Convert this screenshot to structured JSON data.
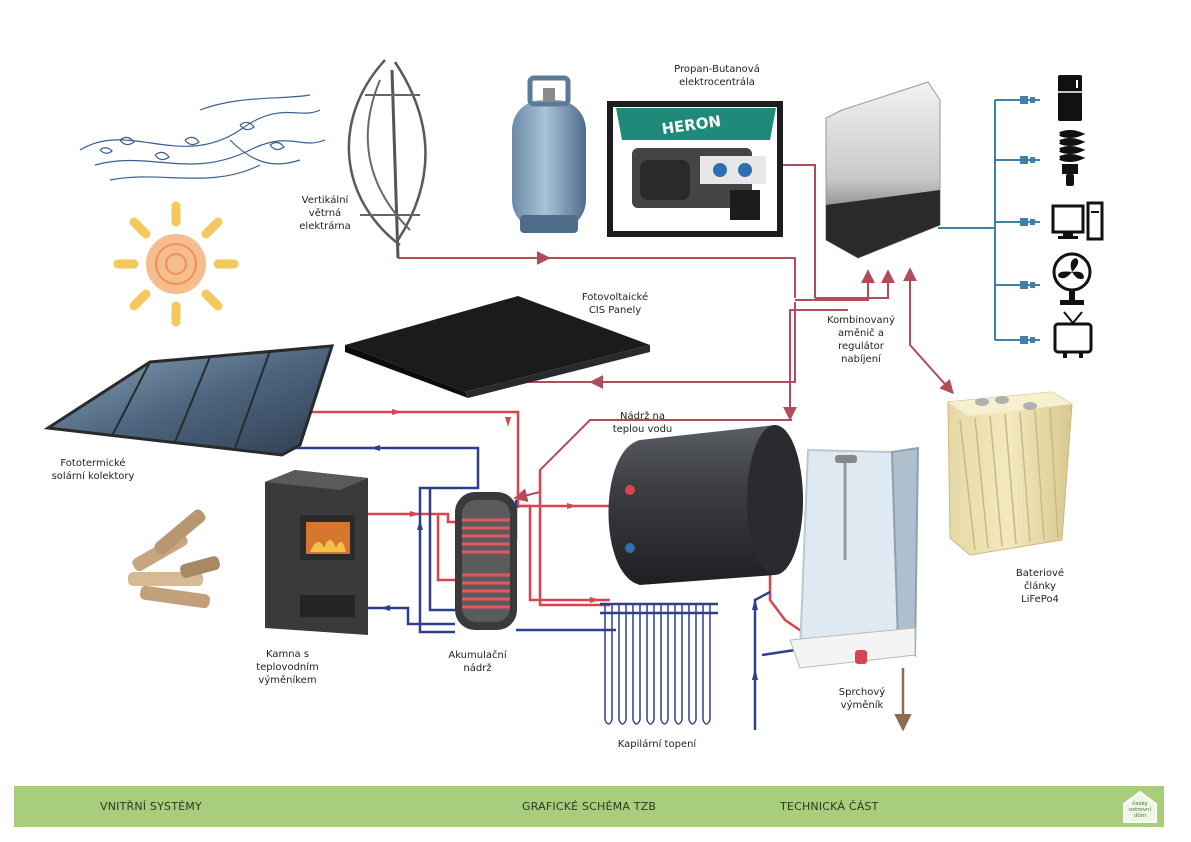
{
  "labels": {
    "wind": "Vertikální\nvětrná\nelektrárna",
    "generator": "Propan-Butanová\nelektrocentrála",
    "pv": "Fotovoltaické\nCIS Panely",
    "inverter": "Kombinovaný\naměnič a\nregulátor\nnabíjení",
    "solar_thermal": "Fototermické\nsolární kolektory",
    "tank": "Nádrž na\nteplou vodu",
    "stove": "Kamna s\nteplovodním\nvýměníkem",
    "accumulator": "Akumulační\nnádrž",
    "capillary": "Kapilární topení",
    "shower": "Sprchový\nvýměník",
    "battery": "Bateriové\nčlánky\nLiFePo4"
  },
  "generator_brand": "HERON",
  "footer": {
    "left": "VNITŘNÍ SYSTÉMY",
    "center": "GRAFICKÉ SCHÉMA TZB",
    "right": "TECHNICKÁ ČÁST",
    "logo": [
      "česky",
      "ostrovní",
      "dům"
    ]
  },
  "appliances": [
    "fridge-icon",
    "bulb-icon",
    "computer-icon",
    "fan-icon",
    "tv-icon"
  ],
  "colors": {
    "electric_line": "#b24b5a",
    "hot_water": "#d9434f",
    "cold_water": "#2f3f8f",
    "appliance_line": "#3f7fa8",
    "footer_bg": "#a8cd7d",
    "drain": "#8b6b55"
  }
}
